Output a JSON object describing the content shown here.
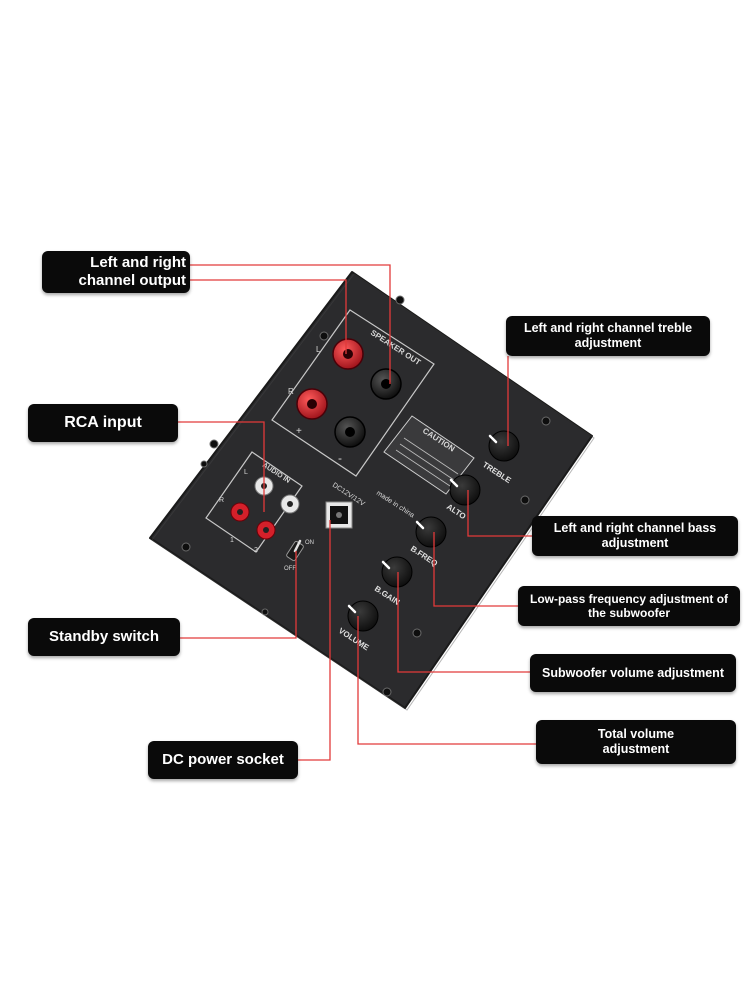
{
  "colors": {
    "board": "#2b2b2d",
    "callout_bg": "#0a0a0a",
    "callout_text": "#ffffff",
    "leader_line": "#e23a3a",
    "terminal_red": "#d4202a",
    "knob": "#111111"
  },
  "callouts": [
    {
      "id": "channel-output",
      "lines": [
        "Left and right",
        "channel output"
      ]
    },
    {
      "id": "treble",
      "lines": [
        "Left and right channel treble",
        "adjustment"
      ]
    },
    {
      "id": "rca-input",
      "lines": [
        "RCA input"
      ]
    },
    {
      "id": "bass",
      "lines": [
        "Left and right channel bass",
        "adjustment"
      ]
    },
    {
      "id": "lowpass",
      "lines": [
        "Low-pass frequency adjustment of",
        "the subwoofer"
      ]
    },
    {
      "id": "standby",
      "lines": [
        "Standby switch"
      ]
    },
    {
      "id": "sub-volume",
      "lines": [
        "Subwoofer volume adjustment"
      ]
    },
    {
      "id": "total-volume",
      "lines": [
        "Total volume",
        "adjustment"
      ]
    },
    {
      "id": "dc-power",
      "lines": [
        "DC power socket"
      ]
    }
  ],
  "board_labels": {
    "speaker_out": "SPEAKER OUT",
    "audio_in": "AUDIO IN",
    "caution": "CAUTION",
    "made_in": "made in china",
    "dc_rating": "DC12V/12V",
    "on": "ON",
    "off": "OFF",
    "left": "L",
    "right": "R",
    "plus": "+",
    "minus": "-",
    "input_1": "1",
    "input_2": "2"
  },
  "knobs": [
    {
      "id": "treble",
      "label": "TREBLE"
    },
    {
      "id": "alto",
      "label": "ALTO"
    },
    {
      "id": "bfreq",
      "label": "B.FREQ"
    },
    {
      "id": "bgain",
      "label": "B.GAIN"
    },
    {
      "id": "volume",
      "label": "VOLUME"
    }
  ]
}
